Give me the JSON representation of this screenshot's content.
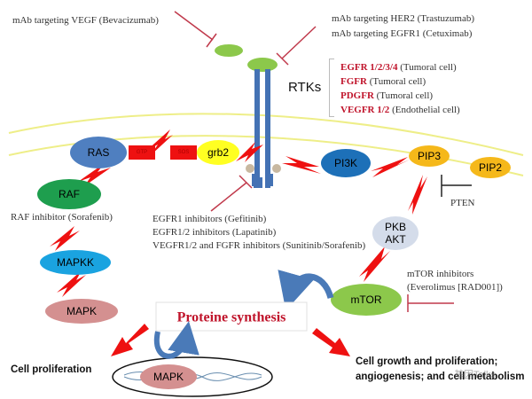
{
  "title": "RTK signaling pathways and targeted inhibitors",
  "colors": {
    "inhibitor_line": "#c0394b",
    "bolt": "#ee1111",
    "receptor": "#4472b4",
    "membrane": "#eeee88",
    "ligand": "#8cc84b",
    "ras": "#4f7fc0",
    "raf": "#1e9e4e",
    "mapkk": "#1aa3e0",
    "mapk": "#d49090",
    "grb2": "#ffff22",
    "pi3k": "#1d70b8",
    "pip": "#f5b81a",
    "pkb": "#d4dcea",
    "mtor": "#8cc84b",
    "red_text": "#c0142b",
    "curved_arrow": "#4a7ab8"
  },
  "annotations": {
    "vegf_mab": "mAb targeting VEGF (Bevacizumab)",
    "her2_mab": "mAb targeting HER2 (Trastuzumab)",
    "egfr1_mab": "mAb targeting EGFR1 (Cetuximab)",
    "raf_inhibitor": "RAF inhibitor (Sorafenib)",
    "tki_lines": [
      "EGFR1 inhibitors (Gefitinib)",
      "EGFR1/2  inhibitors (Lapatinib)",
      "VEGFR1/2 and FGFR inhibitors (Sunitinib/Sorafenib)"
    ],
    "pten": "PTEN",
    "mtor_inhibitors_line1": "mTOR inhibitors",
    "mtor_inhibitors_line2": "(Everolimus [RAD001])"
  },
  "rtks": {
    "label": "RTKs",
    "items": [
      {
        "name": "EGFR 1/2/3/4",
        "desc": " (Tumoral cell)"
      },
      {
        "name": "FGFR",
        "desc": " (Tumoral cell)"
      },
      {
        "name": "PDGFR",
        "desc": " (Tumoral cell)"
      },
      {
        "name": "VEGFR 1/2",
        "desc": " (Endothelial cell)"
      }
    ]
  },
  "nodes": {
    "ras": "RAS",
    "gtp": "GTP",
    "sos": "SOS",
    "grb2": "grb2",
    "raf": "RAF",
    "mapkk": "MAPKK",
    "mapk": "MAPK",
    "pi3k": "PI3K",
    "pip3": "PIP3",
    "pip2": "PIP2",
    "pkb": "PKB",
    "akt": "AKT",
    "mtor": "mTOR",
    "nuclear_mapk": "MAPK"
  },
  "protein_synthesis": "Proteine synthesis",
  "outcomes": {
    "left": "Cell proliferation",
    "right_line1": "Cell growth and proliferation;",
    "right_line2": "angiogenesis; and cell metabolism"
  },
  "watermark": "基因Talks"
}
